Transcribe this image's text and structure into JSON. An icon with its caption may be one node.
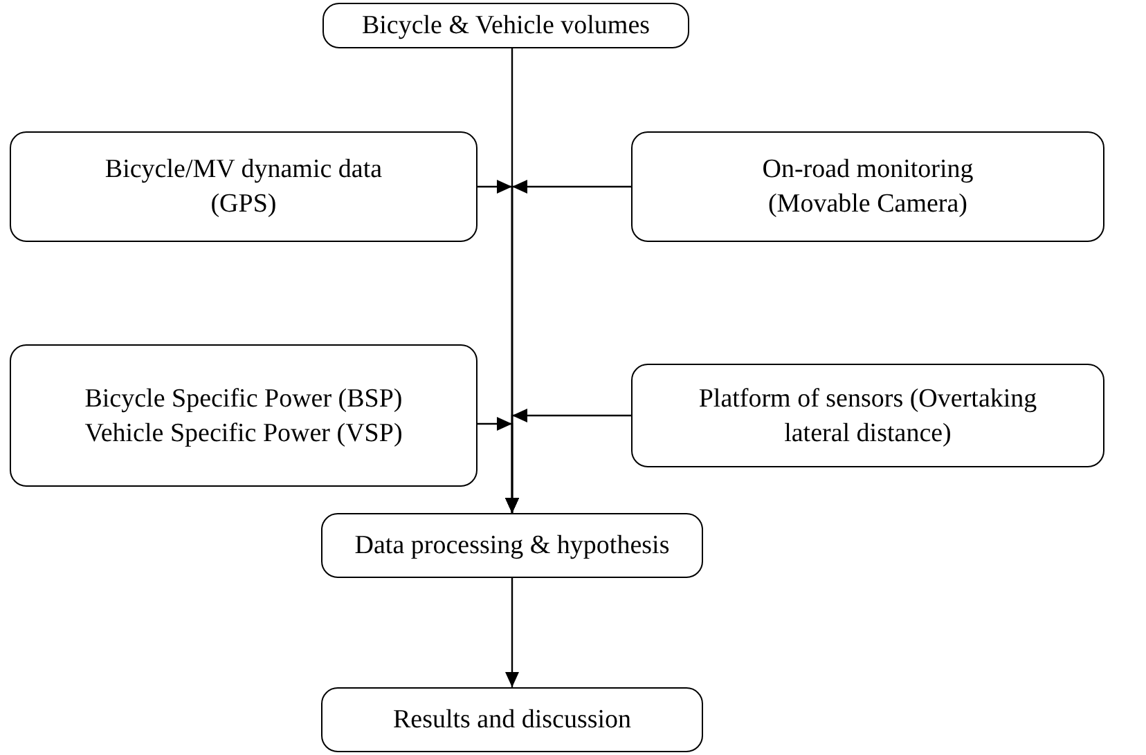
{
  "diagram": {
    "nodes": [
      {
        "text": [
          "Bicycle & Vehicle volumes"
        ]
      },
      {
        "text": [
          "Bicycle/MV dynamic data (GPS)"
        ]
      },
      {
        "text": [
          "On-road monitoring (Movable Camera)"
        ]
      },
      {
        "text": [
          "Bicycle Specific Power (BSP) Vehicle Specific Power (VSP)"
        ]
      },
      {
        "text": [
          "Platform of sensors (Overtaking lateral distance)"
        ]
      },
      {
        "text": [
          "Data processing & hypothesis"
        ]
      },
      {
        "text": [
          "Results and discussion"
        ]
      }
    ],
    "edges": [
      {
        "from": 0,
        "to": 5,
        "arrow": "to"
      },
      {
        "from": 1,
        "to": 5,
        "arrow": "to"
      },
      {
        "from": 2,
        "to": 5,
        "arrow": "to"
      },
      {
        "from": 3,
        "to": 5,
        "arrow": "to"
      },
      {
        "from": 4,
        "to": 5,
        "arrow": "to"
      },
      {
        "from": 5,
        "to": 6,
        "arrow": "to"
      }
    ]
  }
}
